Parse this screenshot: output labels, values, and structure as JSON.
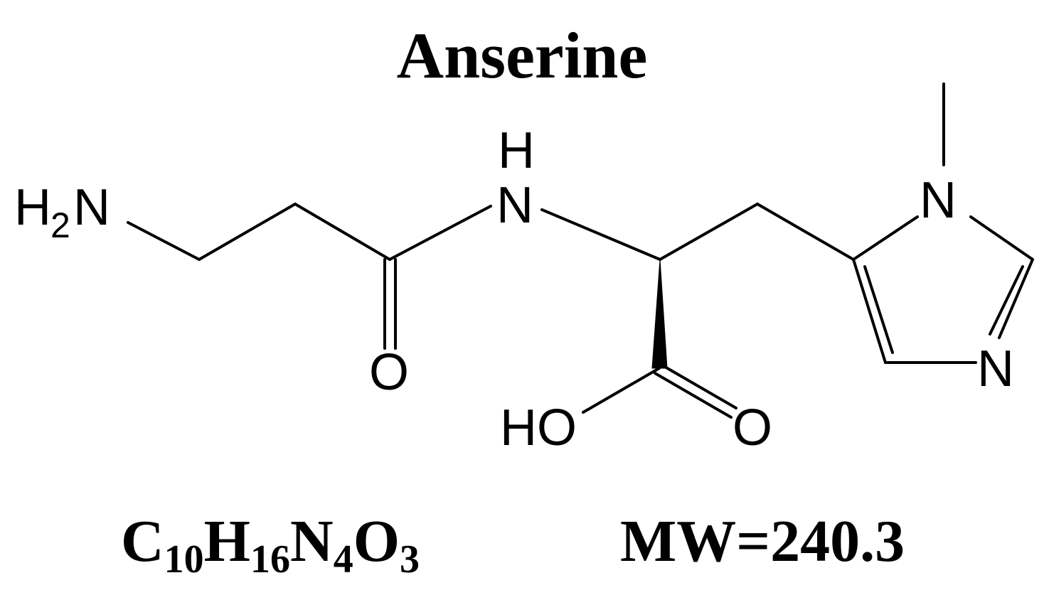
{
  "title": "Anserine",
  "formula": {
    "parts": [
      {
        "element": "C",
        "count": "10"
      },
      {
        "element": "H",
        "count": "16"
      },
      {
        "element": "N",
        "count": "4"
      },
      {
        "element": "O",
        "count": "3"
      }
    ]
  },
  "molecular_weight": "MW=240.3",
  "structure": {
    "atom_labels": {
      "amine_h": "H",
      "amine_sub": "2",
      "amine_n": "N",
      "amide_h": "H",
      "amide_n": "N",
      "amide_o": "O",
      "acid_ho": "HO",
      "acid_o": "O",
      "ring_n_methyl": "N",
      "ring_n": "N"
    },
    "colors": {
      "ink": "#000000",
      "background": "#ffffff"
    }
  }
}
